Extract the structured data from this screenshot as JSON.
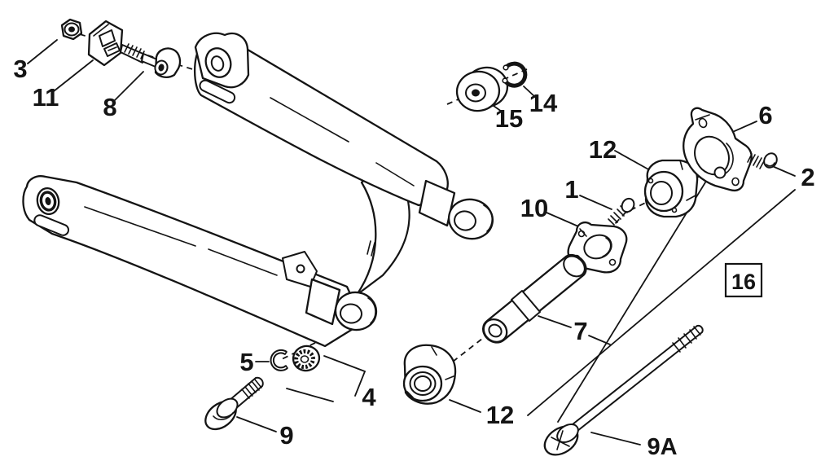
{
  "diagram": {
    "type": "exploded-parts-diagram",
    "background_color": "#ffffff",
    "ink_color": "#141414",
    "callouts": {
      "l1": "1",
      "l2": "2",
      "l3": "3",
      "l4": "4",
      "l5": "5",
      "l6": "6",
      "l7": "7",
      "l8": "8",
      "l9": "9",
      "l9a": "9A",
      "l10": "10",
      "l11": "11",
      "l12a": "12",
      "l12b": "12",
      "l14": "14",
      "l15": "15",
      "l16": "16"
    }
  }
}
